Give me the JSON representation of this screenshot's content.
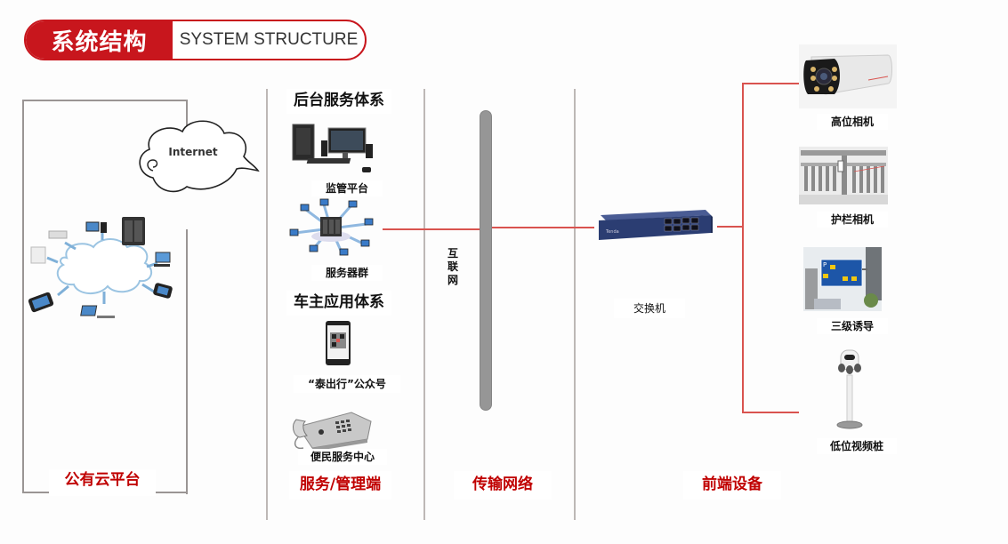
{
  "header": {
    "title_cn": "系统结构",
    "title_en": "SYSTEM STRUCTURE"
  },
  "colors": {
    "accent_red": "#c8161d",
    "label_red": "#c00000",
    "connector_red": "#d9534f",
    "divider_gray": "#bdb8b6",
    "pipe_gray": "#969696",
    "switch_blue": "#2b3d72"
  },
  "columns": {
    "public_cloud": {
      "label": "公有云平台",
      "cloud_label": "Internet",
      "icons": [
        "network-cloud-icon",
        "server-icon",
        "desktop-icon",
        "laptop-icon",
        "phone-icon",
        "router-icon"
      ]
    },
    "service": {
      "label": "服务/管理端",
      "backend_heading": "后台服务体系",
      "backend_items": [
        {
          "label": "监管平台",
          "icon": "desktop-computer-icon"
        },
        {
          "label": "服务器群",
          "icon": "server-cluster-icon"
        }
      ],
      "owner_heading": "车主应用体系",
      "owner_items": [
        {
          "label": "“泰出行”公众号",
          "icon": "qr-phone-icon"
        },
        {
          "label": "便民服务中心",
          "icon": "fax-phone-icon"
        }
      ]
    },
    "transport": {
      "label": "传输网络",
      "pipe_label": "互\n联\n网"
    },
    "frontend": {
      "label": "前端设备",
      "switch_label": "交换机",
      "devices": [
        {
          "label": "高位相机",
          "icon": "bullet-camera-icon"
        },
        {
          "label": "护栏相机",
          "icon": "guardrail-camera-icon"
        },
        {
          "label": "三级诱导",
          "icon": "guidance-sign-icon"
        },
        {
          "label": "低位视频桩",
          "icon": "video-pole-icon"
        }
      ]
    }
  }
}
